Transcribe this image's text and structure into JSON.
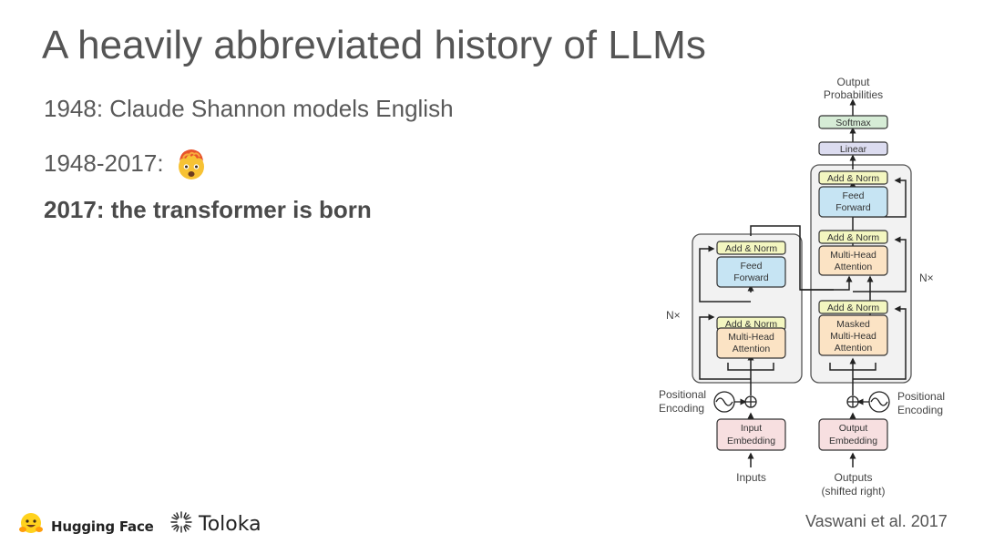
{
  "slide": {
    "title": "A heavily abbreviated history of LLMs",
    "bullets": [
      "1948: Claude Shannon models English",
      "1948-2017:",
      "2017: the transformer is born"
    ],
    "emoji": "exploding-head-emoji",
    "citation": "Vaswani et al. 2017"
  },
  "diagram": {
    "output_probabilities": [
      "Output",
      "Probabilities"
    ],
    "softmax": "Softmax",
    "linear": "Linear",
    "add_norm": "Add & Norm",
    "feed_forward": [
      "Feed",
      "Forward"
    ],
    "multi_head_attention": [
      "Multi-Head",
      "Attention"
    ],
    "masked_multi_head_attention": [
      "Masked",
      "Multi-Head",
      "Attention"
    ],
    "nx": "N×",
    "positional_encoding": [
      "Positional",
      "Encoding"
    ],
    "input_embedding": [
      "Input",
      "Embedding"
    ],
    "output_embedding": [
      "Output",
      "Embedding"
    ],
    "inputs": "Inputs",
    "outputs": [
      "Outputs",
      "(shifted right)"
    ]
  },
  "footer": {
    "hugging_face": "Hugging Face",
    "toloka": "Toloka"
  },
  "colors": {
    "title": "#555555",
    "add_norm_fill": "#f3f6c0",
    "feed_forward_fill": "#c6e4f3",
    "attention_fill": "#fbe3c4",
    "embedding_fill": "#f7dfe0",
    "softmax_fill": "#d6ecd6",
    "linear_fill": "#dcdcf0",
    "block_fill": "#f2f2f2"
  }
}
